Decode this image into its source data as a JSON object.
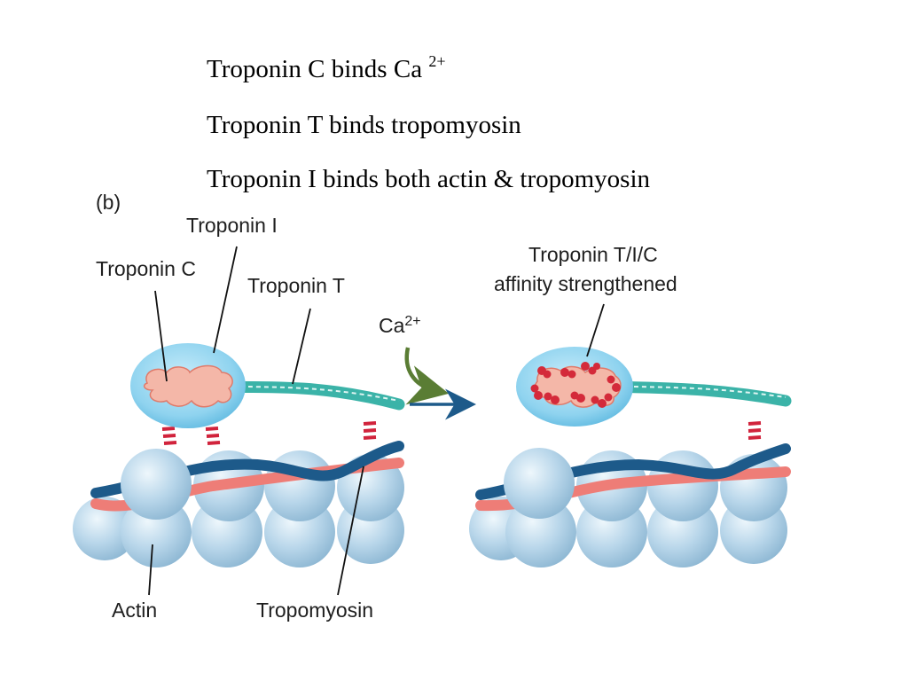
{
  "bullets": {
    "line1_text": "Troponin C binds Ca ",
    "line1_sup": "2+",
    "line2": "Troponin T  binds tropomyosin",
    "line3": "Troponin I binds both actin & tropomyosin"
  },
  "diagram": {
    "panel_label": "(b)",
    "labels": {
      "troponin_i": "Troponin I",
      "troponin_c": "Troponin C",
      "troponin_t": "Troponin T",
      "ca_base": "Ca",
      "ca_sup": "2+",
      "affinity_line1": "Troponin T/I/C",
      "affinity_line2": "affinity strengthened",
      "actin": "Actin",
      "tropomyosin": "Tropomyosin"
    },
    "colors": {
      "actin": "#aecde2",
      "troponin_body": "#8fd3ef",
      "troponin_c": "#f4b7a8",
      "calcium": "#d42a3a",
      "tropomyosin_blue": "#1d5a8a",
      "tropomyosin_pink": "#ee7d77",
      "troponin_t_strand": "#3bb3a8",
      "binding_ticks": "#d1233c",
      "ca_arrow": "#5a7d34",
      "transition_arrow": "#1d5a8a"
    }
  }
}
